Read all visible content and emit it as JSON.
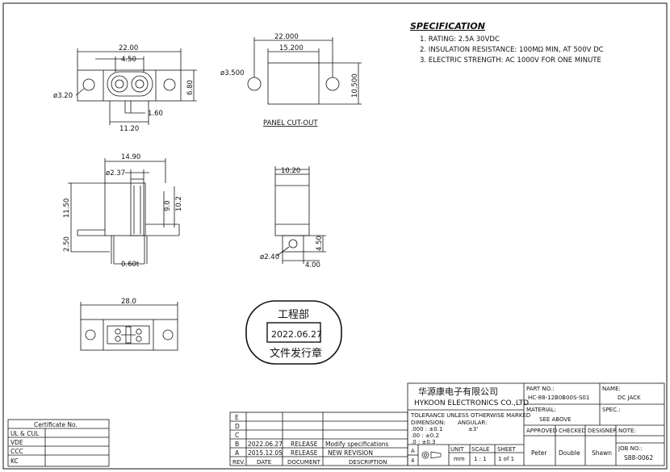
{
  "spec": {
    "heading": "SPECIFICATION",
    "items": [
      "1. RATING: 2.5A 30VDC",
      "2. INSULATION RESISTANCE: 100MΩ MIN, AT 500V DC",
      "3. ELECTRIC STRENGTH: AC 1000V FOR ONE MINUTE"
    ]
  },
  "front_view": {
    "dim_overall": "22.00",
    "dim_center": "4.50",
    "dim_hole": "ø3.20",
    "dim_height": "6.80",
    "dim_pitch": "11.20",
    "dim_pin": "1.60"
  },
  "panel_cutout": {
    "dim_overall": "22.000",
    "dim_inner": "15.200",
    "dim_hole": "ø3.500",
    "dim_height": "10.500",
    "title": "PANEL CUT-OUT"
  },
  "side_view": {
    "dim_width": "14.90",
    "dim_dia": "ø2.37",
    "dim_height": "11.50",
    "dim_inner_h1": "9.0",
    "dim_inner_h2": "10.2",
    "dim_pin_len": "2.50",
    "dim_pin_thk": "0.60t"
  },
  "end_view": {
    "dim_width": "10.20",
    "dim_pin_dia": "ø2.40",
    "dim_pin_h": "4.50",
    "dim_pin_w": "4.00"
  },
  "bottom_view": {
    "dim_width": "28.0"
  },
  "stamp": {
    "dept": "工程部",
    "date": "2022.06.27",
    "note": "文件发行章"
  },
  "title_block": {
    "company_cn": "华源康电子有限公司",
    "company_en": "HYKOON ELECTRONICS CO.,LTD",
    "part_no_label": "PART NO.:",
    "part_no": "HC-88-12B0B00S-S01",
    "name_label": "NAME:",
    "name": "DC JACK",
    "material_label": "MATERIAL:",
    "material": "SEE ABOVE",
    "spec_label": "SPEC.:",
    "tolerance_title": "TOLERANCE UNLESS OTHERWISE MARKED",
    "dimension_label": "DIMENSION:",
    "angular_label": "ANGULAR:",
    "tol_000": ".000 : ±0.1",
    "tol_00": ".00   : ±0.2",
    "tol_0": ".0     : ±0.3",
    "angular_value": "±3'",
    "unit_label": "UNIT",
    "unit_value": "mm",
    "scale_label": "SCALE",
    "scale_value": "1 : 1",
    "sheet_label": "SHEET",
    "sheet_value": "1 of 1",
    "approved_label": "APPROVED",
    "checked_label": "CHECKED",
    "designer_label": "DESIGNER",
    "note_label": "NOTE:",
    "approved": "Peter",
    "checked": "Double",
    "designer": "Shawn",
    "job_no_label": "JOB NO.:",
    "job_no": "S88-0062",
    "size_a": "A",
    "size_4": "4"
  },
  "revisions": {
    "headers": [
      "REV.",
      "DATE",
      "DOCUMENT",
      "DESCRIPTION"
    ],
    "rows": [
      {
        "rev": "E",
        "date": "",
        "doc": "",
        "desc": ""
      },
      {
        "rev": "D",
        "date": "",
        "doc": "",
        "desc": ""
      },
      {
        "rev": "C",
        "date": "",
        "doc": "",
        "desc": ""
      },
      {
        "rev": "B",
        "date": "2022.06.27",
        "doc": "RELEASE",
        "desc": "Modify specifications"
      },
      {
        "rev": "A",
        "date": "2015.12.05",
        "doc": "RELEASE",
        "desc": "NEW REVISION"
      }
    ]
  },
  "certificate": {
    "title": "Certificate No.",
    "rows": [
      "UL & CUL",
      "VDE",
      "CCC",
      "KC"
    ]
  },
  "colors": {
    "ink": "#111111",
    "paper": "#ffffff"
  }
}
